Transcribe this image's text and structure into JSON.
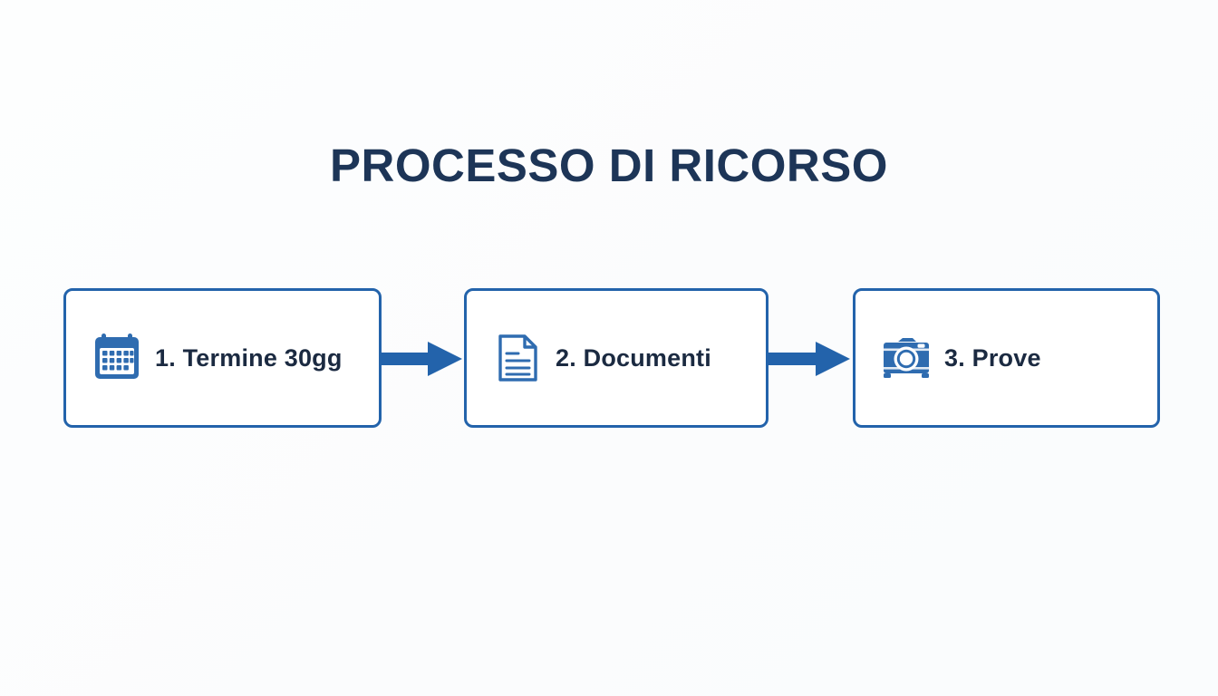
{
  "slide": {
    "title": "PROCESSO DI RICORSO",
    "background_color": "#fcfdfe",
    "title_color": "#1d3557",
    "accent_color": "#2363ab",
    "label_color": "#1b2a41"
  },
  "flow": {
    "steps": [
      {
        "number": "1.",
        "label": "1. Termine 30gg",
        "icon": "calendar-icon",
        "icon_style": "filled",
        "icon_color": "#2f6cb0"
      },
      {
        "number": "2.",
        "label": "2. Documenti",
        "icon": "document-icon",
        "icon_style": "outline",
        "icon_color": "#2f6cb0"
      },
      {
        "number": "3.",
        "label": "3. Prove",
        "icon": "camera-icon",
        "icon_style": "filled",
        "icon_color": "#2f6cb0"
      }
    ],
    "connectors": [
      {
        "icon": "arrow-right-icon",
        "color": "#2363ab"
      },
      {
        "icon": "arrow-right-icon",
        "color": "#2363ab"
      }
    ]
  }
}
